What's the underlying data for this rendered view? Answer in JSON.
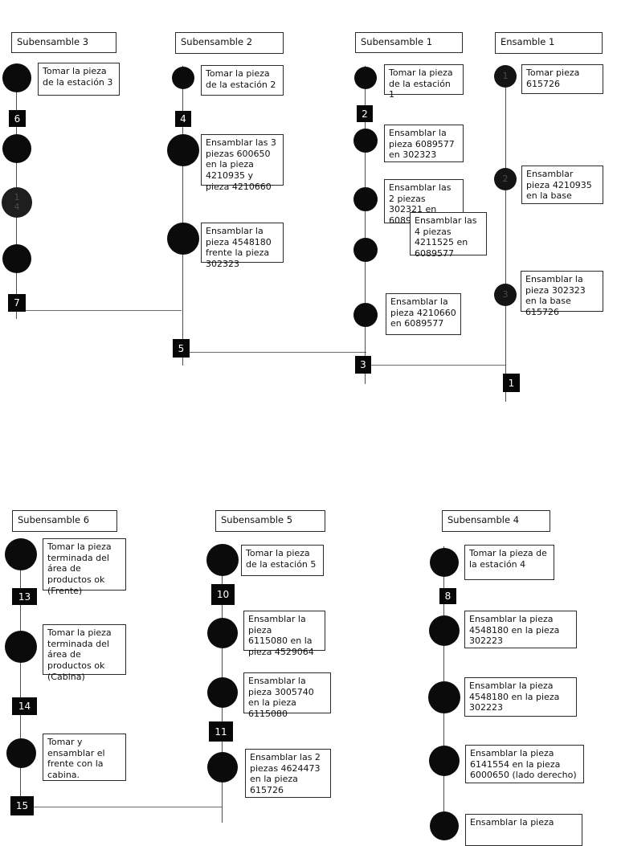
{
  "page": {
    "background": "#ffffff",
    "ink_color": "#111111",
    "node_fill": "#0b0b0b",
    "line_color": "#4f4f4f",
    "square_text_color": "#ffffff"
  },
  "columns": [
    {
      "title": "Subensamble 3",
      "squares": [
        "6",
        "7"
      ],
      "circle_labels": [
        "",
        "",
        "1\n4",
        ""
      ],
      "boxes": [
        "Tomar la pieza\nde la estación 3"
      ]
    },
    {
      "title": "Subensamble 2",
      "squares": [
        "4",
        "5"
      ],
      "boxes": [
        "Tomar la pieza\nde la estación 2",
        "Ensamblar las 3\npiezas 600650\nen la pieza\n4210935 y\npieza 4210660",
        "Ensamblar la\npieza 4548180\nfrente la pieza\n302323"
      ]
    },
    {
      "title": "Subensamble 1",
      "squares": [
        "2",
        "3"
      ],
      "boxes": [
        "Tomar la pieza\nde la estación\n1",
        "Ensamblar la\npieza 6089577\nen 302323",
        "Ensamblar las\n2 piezas\n302321 en\n6089577",
        "Ensamblar las\n4 piezas\n4211525 en\n6089577",
        "Ensamblar la\npieza 4210660\nen 6089577"
      ]
    },
    {
      "title": "Ensamble 1",
      "squares": [
        "1"
      ],
      "circle_labels": [
        "1",
        "2",
        "3"
      ],
      "boxes": [
        "Tomar pieza\n615726",
        "Ensamblar\npieza 4210935\nen la base",
        "Ensamblar la\npieza 302323\nen la base\n615726"
      ]
    },
    {
      "title": "Subensamble 6",
      "squares": [
        "13",
        "14",
        "15"
      ],
      "boxes": [
        "Tomar la pieza\nterminada del\nárea de\nproductos ok\n(Frente)",
        "Tomar la pieza\nterminada del\nárea de\nproductos ok\n(Cabina)",
        "Tomar y\nensamblar el\nfrente con la\ncabina."
      ]
    },
    {
      "title": "Subensamble 5",
      "squares": [
        "10",
        "11"
      ],
      "boxes": [
        "Tomar la pieza\nde la estación 5",
        "Ensamblar la\npieza\n6115080 en la\npieza 4529064",
        "Ensamblar la\npieza 3005740\nen la pieza\n6115080",
        "Ensamblar las 2\npiezas 4624473\nen la pieza\n615726"
      ]
    },
    {
      "title": "Subensamble 4",
      "squares": [
        "8"
      ],
      "boxes": [
        "Tomar la pieza de\nla estación 4",
        "Ensamblar la pieza\n4548180 en la pieza\n302223",
        "Ensamblar la pieza\n4548180 en la pieza\n302223",
        "Ensamblar la pieza\n6141554 en la pieza\n6000650 (lado derecho)",
        "Ensamblar la pieza"
      ]
    }
  ]
}
